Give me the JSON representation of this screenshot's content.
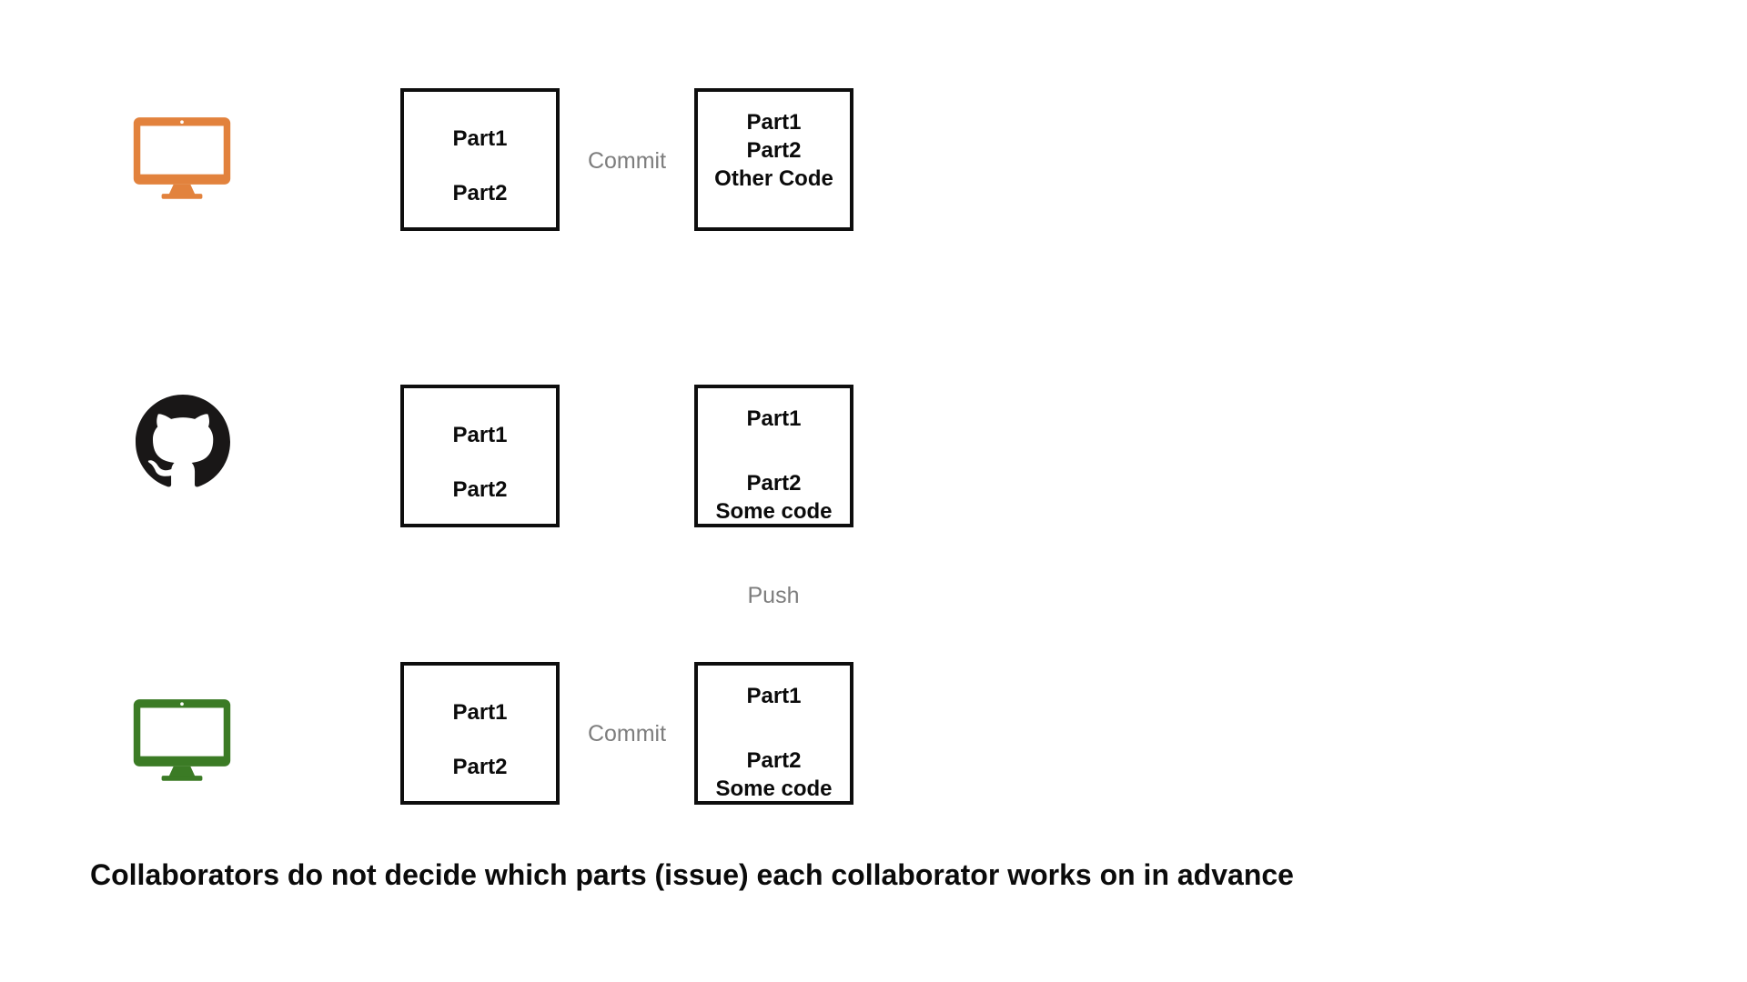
{
  "caption": "Collaborators do not decide which parts (issue) each collaborator works on in advance",
  "labels": {
    "commit_top": "Commit",
    "push": "Push",
    "commit_bottom": "Commit"
  },
  "colors": {
    "collaborator_a_orange": "#E2823D",
    "github_black": "#191717",
    "collaborator_b_green": "#3B7B25",
    "box_border": "#0e0e0e",
    "label_gray": "#7d7d7d",
    "background": "#ffffff"
  },
  "rows": [
    {
      "actor": "collaborator-a-computer",
      "icon": "monitor-icon",
      "icon_color": "#E2823D",
      "working_copy": {
        "line1": "Part1",
        "line2": "Part2"
      },
      "repo_copy": {
        "line1": "Part1",
        "line2": "Part2",
        "line3": "Other Code"
      }
    },
    {
      "actor": "github-remote",
      "icon": "github-icon",
      "icon_color": "#191717",
      "working_copy": {
        "line1": "Part1",
        "line2": "Part2"
      },
      "repo_copy": {
        "line1": "Part1",
        "line2": "Part2",
        "line3": "Some code"
      }
    },
    {
      "actor": "collaborator-b-computer",
      "icon": "monitor-icon",
      "icon_color": "#3B7B25",
      "working_copy": {
        "line1": "Part1",
        "line2": "Part2"
      },
      "repo_copy": {
        "line1": "Part1",
        "line2": "Part2",
        "line3": "Some code"
      }
    }
  ]
}
